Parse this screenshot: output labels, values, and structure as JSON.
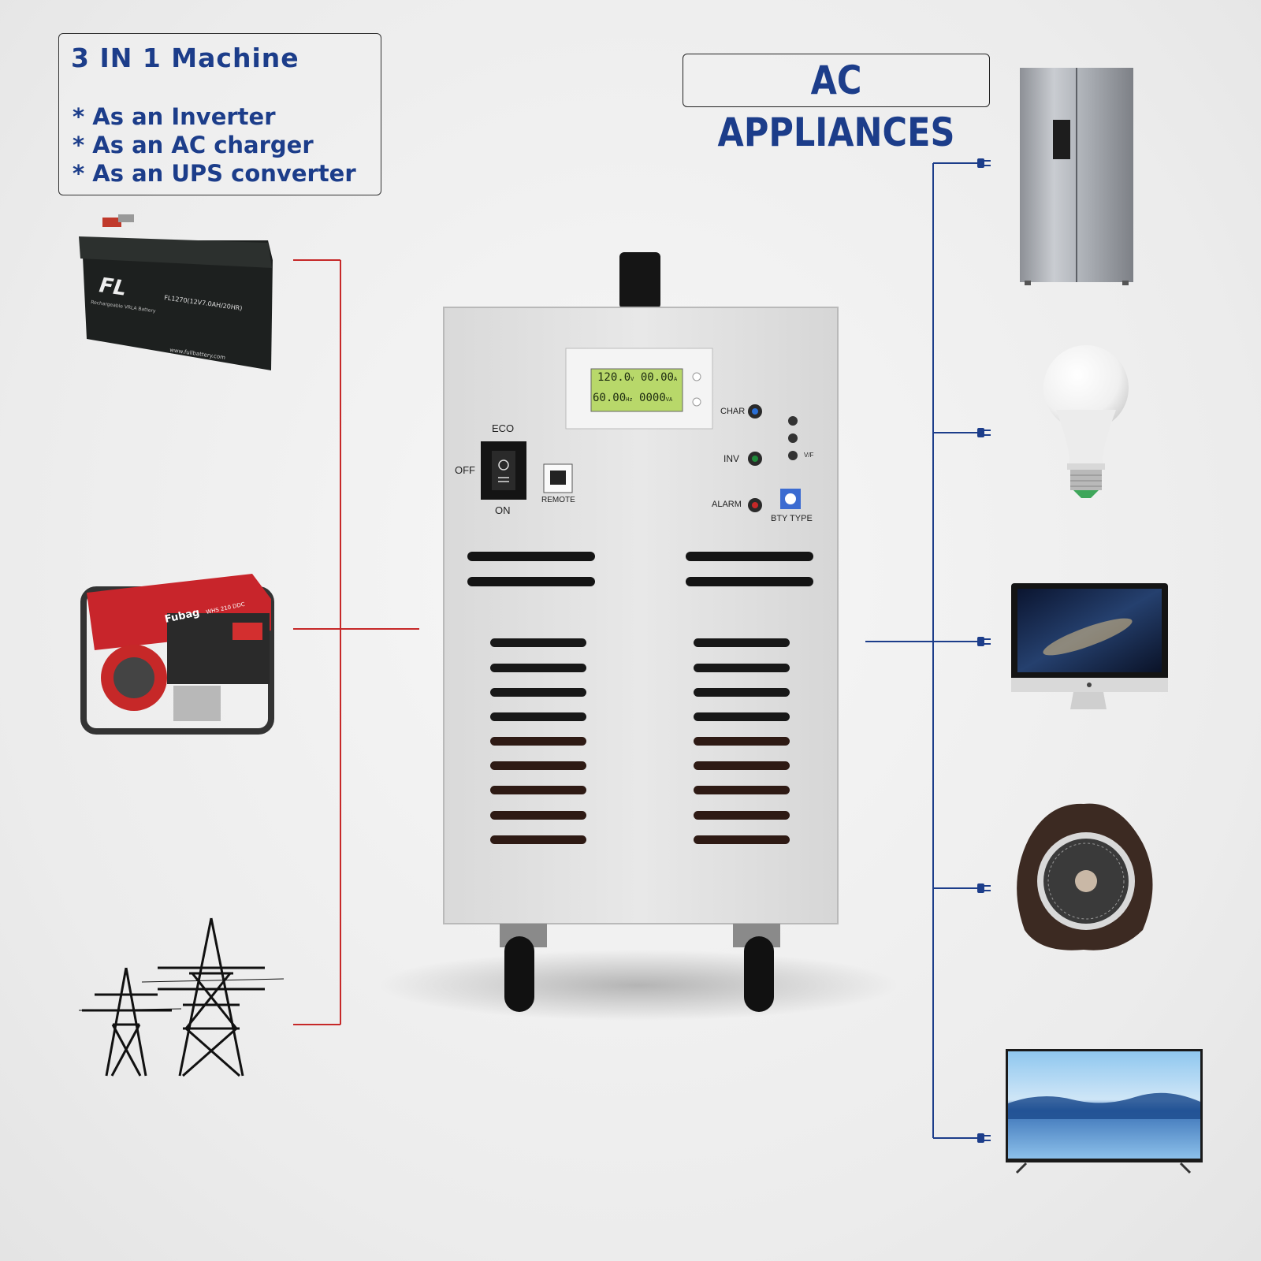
{
  "info": {
    "title": "3 IN 1 Machine",
    "items": [
      "* As an Inverter",
      "* As an AC charger",
      "* As an UPS converter"
    ]
  },
  "ac_title": "AC APPLIANCES",
  "battery": {
    "brand": "FL",
    "model": "FL1270(12V7.0AH/20HR)",
    "type": "Rechargeable VRLA Battery",
    "site": "www.fullbattery.com"
  },
  "generator": {
    "brand": "Fubag",
    "model": "WHS 210 DDC"
  },
  "machine": {
    "display": {
      "voltage": "120.0",
      "voltage_unit": "V",
      "current": "00.00",
      "current_unit": "A",
      "frequency": "60.00",
      "frequency_unit": "Hz",
      "power": "0000",
      "power_unit": "VA"
    },
    "switch_top": "ECO",
    "switch_left": "OFF",
    "switch_bottom": "ON",
    "remote": "REMOTE",
    "char": "CHAR",
    "inv": "INV",
    "alarm": "ALARM",
    "bty_type": "BTY TYPE",
    "vf": "V/F",
    "colors": {
      "char_led": "#2a6fd6",
      "inv_led": "#1f8a3a",
      "alarm_led": "#c62828",
      "lcd": "#b8d86a"
    }
  },
  "colors": {
    "input_line": "#c62828",
    "output_line": "#1c3d8a",
    "title": "#1c3d8a"
  },
  "icons": {
    "inputs": [
      "battery-icon",
      "generator-icon",
      "power-tower-icon"
    ],
    "outputs": [
      "refrigerator-icon",
      "light-bulb-icon",
      "monitor-icon",
      "fan-icon",
      "tv-icon"
    ],
    "plug": "plug-icon"
  }
}
